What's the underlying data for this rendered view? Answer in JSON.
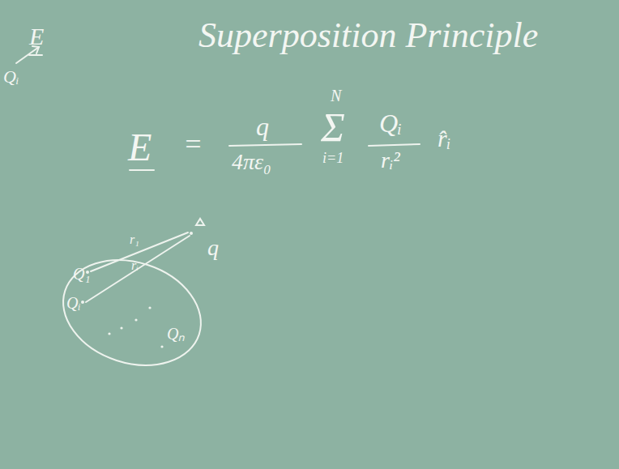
{
  "diagram": {
    "title": "Superposition Principle",
    "nodes": [
      {
        "text": [
          "Q₁",
          "Qᵢ",
          "Qₙ"
        ]
      }
    ],
    "labels": [
      "E",
      "Qᵢ",
      "E",
      "=",
      "q",
      "4πε₀",
      "N",
      "Σ",
      "i=1",
      "Qᵢ",
      "rᵢ²",
      "r̂ᵢ",
      "r₁",
      "rᵢ",
      "q"
    ]
  }
}
